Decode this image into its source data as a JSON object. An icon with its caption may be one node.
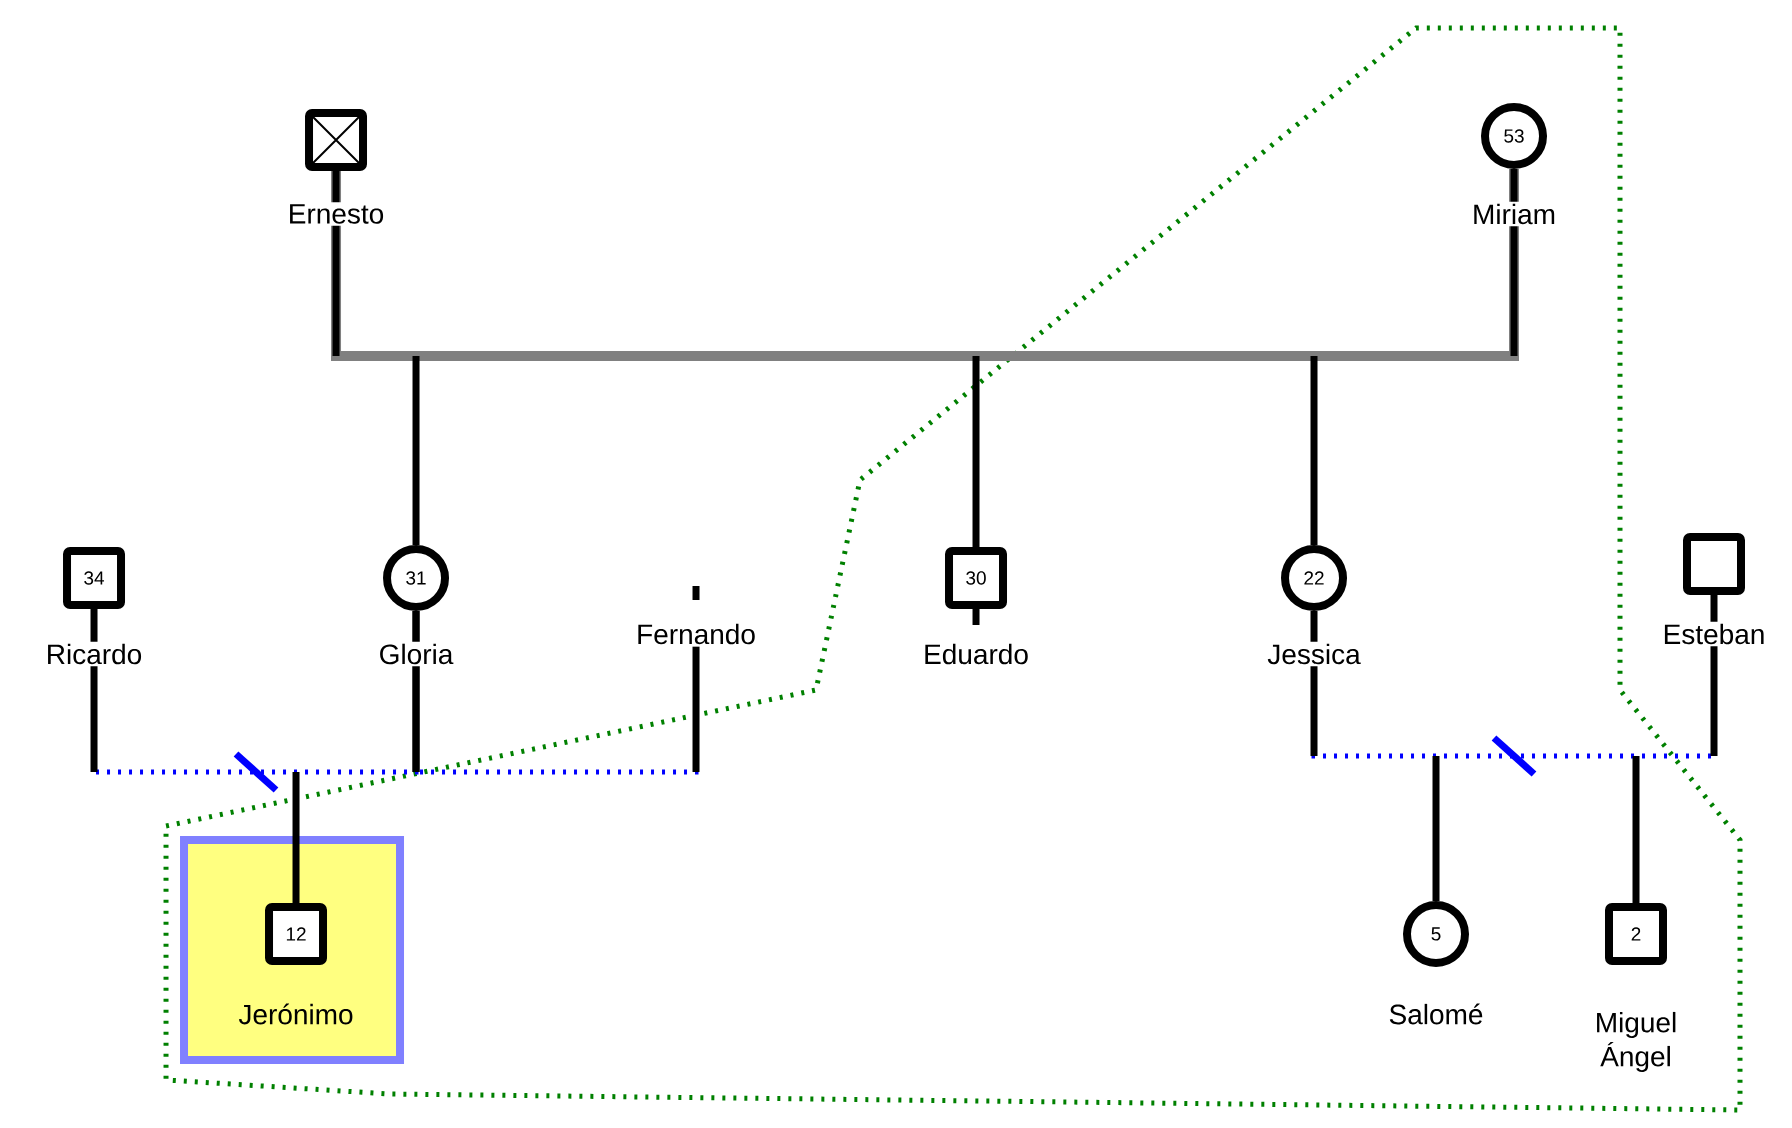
{
  "diagram": {
    "nodes": [
      {
        "text": [],
        "shape": "box",
        "beside": [
          "Ernesto"
        ]
      },
      {
        "text": [
          "53"
        ],
        "beside": [
          "Miriam"
        ]
      },
      {
        "text": [
          "34"
        ],
        "beside": [
          "Ricardo"
        ]
      },
      {
        "text": [
          "31"
        ],
        "beside": [
          "Gloria"
        ]
      },
      {
        "text": [
          "Fernando"
        ]
      },
      {
        "text": [
          "30"
        ],
        "beside": [
          "Eduardo"
        ]
      },
      {
        "text": [
          "22"
        ],
        "beside": [
          "Jessica"
        ]
      },
      {
        "text": [],
        "shape": "box",
        "beside": [
          "Esteban"
        ]
      },
      {
        "text": [],
        "shape": "box"
      },
      {
        "text": [
          "12"
        ],
        "beside": [
          "Jerónimo"
        ],
        "in": 8
      },
      {
        "text": [
          "5"
        ],
        "beside": [
          "Salomé"
        ]
      },
      {
        "text": [
          "2"
        ],
        "beside": [
          "Miguel Ángel"
        ]
      }
    ],
    "edges": [
      {
        "from": 0,
        "to": 1,
        "arrow": "none",
        "color": "#808080"
      },
      {
        "from": null,
        "to": 3,
        "arrow": "none"
      },
      {
        "from": null,
        "to": 5,
        "arrow": "none"
      },
      {
        "from": null,
        "to": 6,
        "arrow": "none"
      },
      {
        "from": 2,
        "to": 3,
        "arrow": "none",
        "style": "dashed",
        "color": "#0000ff"
      },
      {
        "from": 3,
        "to": 4,
        "arrow": "none",
        "style": "dashed",
        "color": "#0000ff"
      },
      {
        "from": null,
        "to": 9,
        "arrow": "none"
      },
      {
        "from": 6,
        "to": 7,
        "arrow": "none",
        "style": "dashed",
        "color": "#0000ff"
      },
      {
        "from": null,
        "to": 10,
        "arrow": "none"
      },
      {
        "from": null,
        "to": 11,
        "arrow": "none"
      }
    ]
  }
}
